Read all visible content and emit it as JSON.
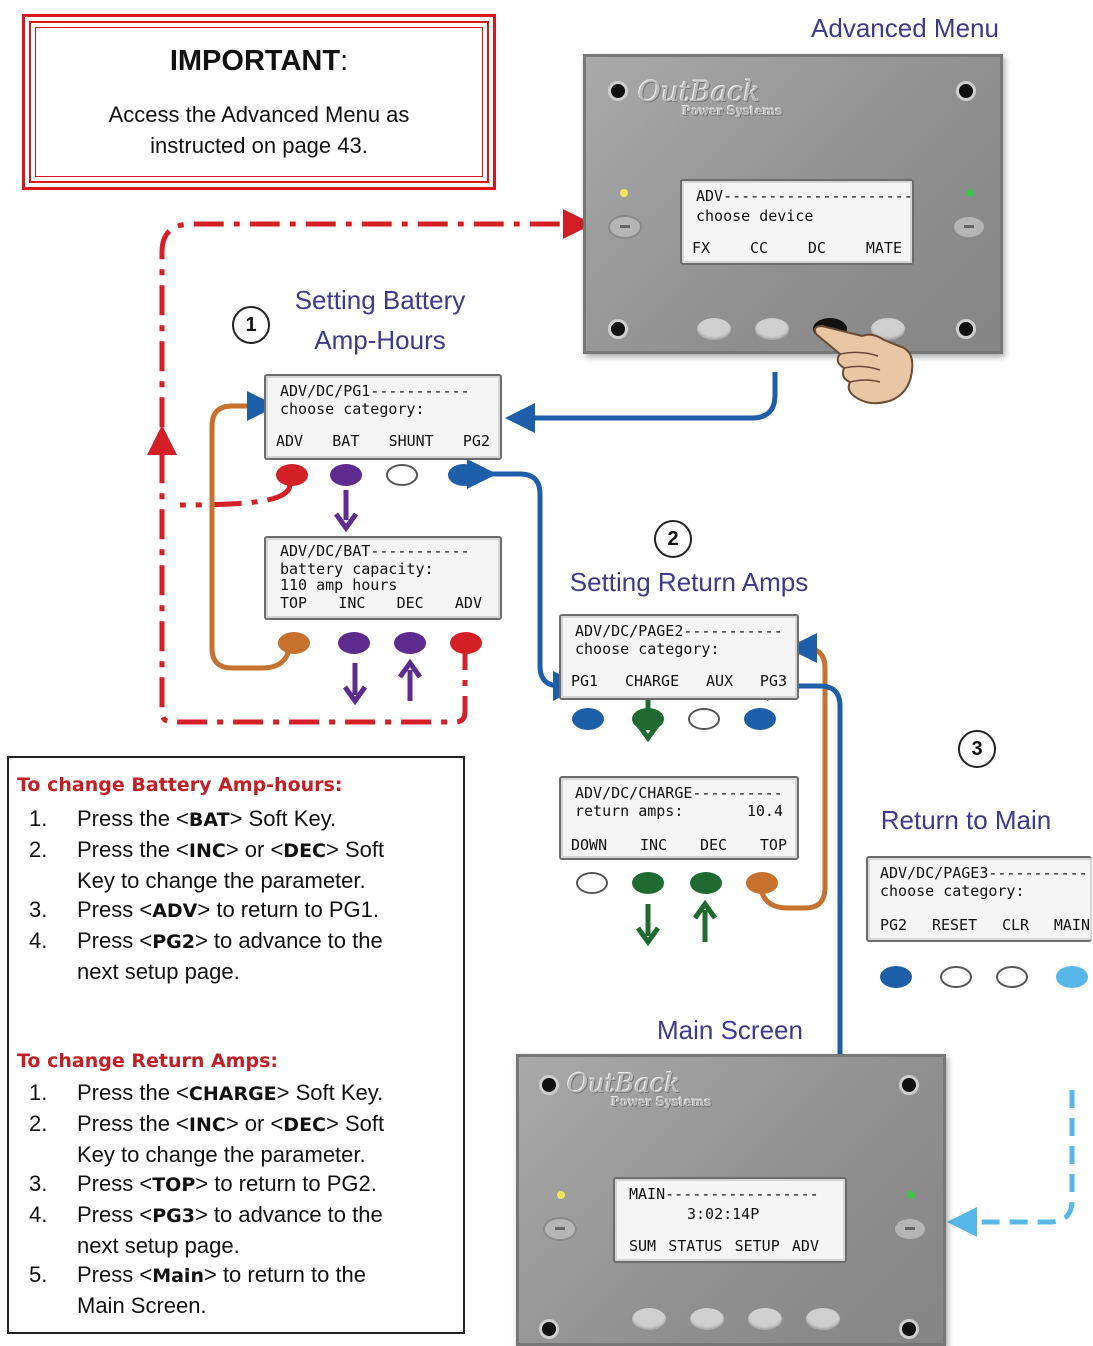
{
  "important": {
    "title": "IMPORTANT",
    "colon": ":",
    "line1": "Access the Advanced Menu as",
    "line2": "instructed on page 43."
  },
  "headings": {
    "advanced_menu": "Advanced Menu",
    "setting_battery_line1": "Setting Battery",
    "setting_battery_line2": "Amp-Hours",
    "setting_return_amps": "Setting Return Amps",
    "return_to_main": "Return to Main",
    "main_screen": "Main Screen"
  },
  "steps": {
    "one": "1",
    "two": "2",
    "three": "3"
  },
  "logo": {
    "name": "OutBack",
    "sub": "Power Systems"
  },
  "screens": {
    "advanced": {
      "line1": "ADV---------------------",
      "line2": "choose device",
      "keys": [
        "FX",
        "CC",
        "DC",
        "MATE"
      ]
    },
    "pg1": {
      "line1": "ADV/DC/PG1-----------",
      "line2": "choose category:",
      "keys": [
        "ADV",
        "BAT",
        "SHUNT",
        "PG2"
      ]
    },
    "bat": {
      "line1": "ADV/DC/BAT-----------",
      "line2": "battery capacity:",
      "line3": "110 amp hours",
      "keys": [
        "TOP",
        "INC",
        "DEC",
        "ADV"
      ]
    },
    "page2": {
      "line1": "ADV/DC/PAGE2-----------",
      "line2": "choose category:",
      "keys": [
        "PG1",
        "CHARGE",
        "AUX",
        "PG3"
      ]
    },
    "charge": {
      "line1": "ADV/DC/CHARGE----------",
      "line2_label": "return amps:",
      "line2_value": "10.4",
      "keys": [
        "DOWN",
        "INC",
        "DEC",
        "TOP"
      ]
    },
    "page3": {
      "line1": "ADV/DC/PAGE3-----------",
      "line2": "choose category:",
      "keys": [
        "PG2",
        "RESET",
        "CLR",
        "MAIN"
      ]
    },
    "main": {
      "line1": "MAIN-----------------",
      "line2": "3:02:14P",
      "keys": [
        "SUM",
        "STATUS",
        "SETUP",
        "ADV"
      ]
    }
  },
  "colors": {
    "red": "#d51f26",
    "purple": "#5e2b8e",
    "blue": "#1d5ea8",
    "green": "#1f6a30",
    "orange": "#c7712f",
    "light_blue": "#57b7e8",
    "heading": "#3d3a8c"
  },
  "instructions": {
    "battery": {
      "title": "To change Battery Amp-hours:",
      "items": [
        {
          "n": "1.",
          "a": "Press the <",
          "b": "BAT",
          "c": "> Soft Key.",
          "d": "",
          "e": "",
          "f": "",
          "g": ""
        },
        {
          "n": "2.",
          "a": "Press the <",
          "b": "INC",
          "c": "> or <",
          "d": "DEC",
          "e": "> Soft",
          "f": "Key to change the parameter.",
          "g": ""
        },
        {
          "n": "3.",
          "a": "Press <",
          "b": "ADV",
          "c": "> to return to PG1.",
          "d": "",
          "e": "",
          "f": "",
          "g": ""
        },
        {
          "n": "4.",
          "a": "Press <",
          "b": "PG2",
          "c": "> to advance to the",
          "d": "",
          "e": "",
          "f": "next setup page.",
          "g": ""
        }
      ]
    },
    "return_amps": {
      "title": "To change Return Amps:",
      "items": [
        {
          "n": "1.",
          "a": "Press the <",
          "b": "CHARGE",
          "c": "> Soft Key.",
          "d": "",
          "e": "",
          "f": ""
        },
        {
          "n": "2.",
          "a": "Press the <",
          "b": "INC",
          "c": "> or <",
          "d": "DEC",
          "e": "> Soft",
          "f": "Key to change the parameter."
        },
        {
          "n": "3.",
          "a": "Press <",
          "b": "TOP",
          "c": "> to return to PG2.",
          "d": "",
          "e": "",
          "f": ""
        },
        {
          "n": "4.",
          "a": "Press <",
          "b": "PG3",
          "c": "> to advance to the",
          "d": "",
          "e": "",
          "f": "next setup page."
        },
        {
          "n": "5.",
          "a": "Press <",
          "b": "Main",
          "c": "> to return to the",
          "d": "",
          "e": "",
          "f": "Main Screen."
        }
      ]
    }
  }
}
